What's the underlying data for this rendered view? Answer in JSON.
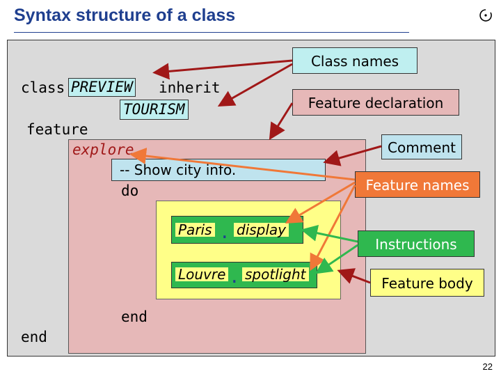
{
  "slide": {
    "title": "Syntax structure of a class",
    "page_number": "22"
  },
  "code": {
    "kw_class": "class",
    "class_name": "PREVIEW",
    "kw_inherit": "inherit",
    "parent_name": "TOURISM",
    "kw_feature": "feature",
    "feature_name": "explore",
    "comment": "-- Show city info.",
    "kw_do": "do",
    "instr1_target": "Paris",
    "instr1_dot": ".",
    "instr1_call": "display",
    "instr2_target": "Louvre",
    "instr2_dot": ".",
    "instr2_call": "spotlight",
    "inner_end": "end",
    "outer_end": "end"
  },
  "labels": {
    "class_names": "Class names",
    "feature_declaration": "Feature declaration",
    "comment": "Comment",
    "feature_names": "Feature names",
    "instructions": "Instructions",
    "feature_body": "Feature body"
  },
  "colors": {
    "title_blue": "#1f3f8f",
    "class_names_bg": "#bfeff0",
    "feature_decl_bg": "#e6b8b8",
    "comment_bg": "#bfe3ee",
    "feature_names_bg": "#f07838",
    "instructions_bg": "#2fb84f",
    "feature_body_bg": "#ffff88",
    "arrow_dark_red": "#a01818",
    "arrow_orange": "#f07838",
    "arrow_green": "#2fb84f"
  }
}
